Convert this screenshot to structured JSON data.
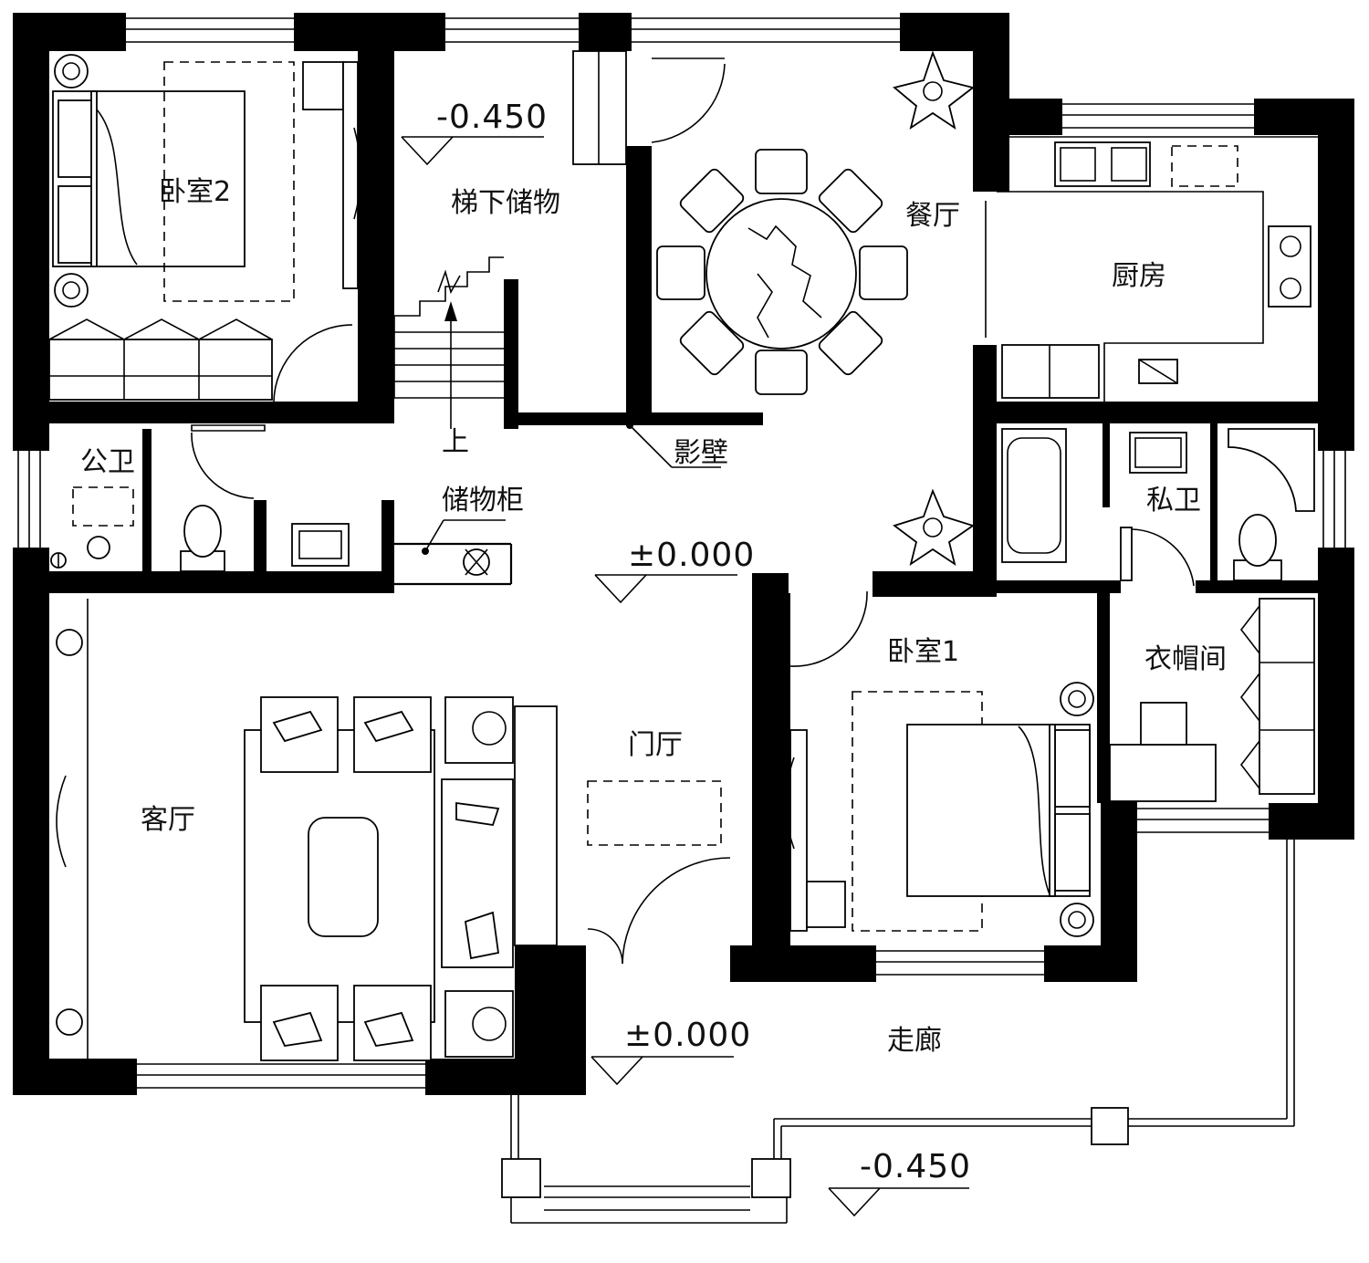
{
  "rooms": {
    "bedroom2": "卧室2",
    "under_stair_storage": "梯下储物",
    "dining": "餐厅",
    "kitchen": "厨房",
    "public_bath": "公卫",
    "storage_cabinet": "储物柜",
    "screen_wall": "影壁",
    "private_bath": "私卫",
    "bedroom1": "卧室1",
    "cloakroom": "衣帽间",
    "living_room": "客厅",
    "foyer": "门厅",
    "corridor": "走廊",
    "stair_up": "上"
  },
  "levels": {
    "stair_storage": "-0.450",
    "center": "±0.000",
    "entry": "±0.000",
    "exterior": "-0.450"
  }
}
